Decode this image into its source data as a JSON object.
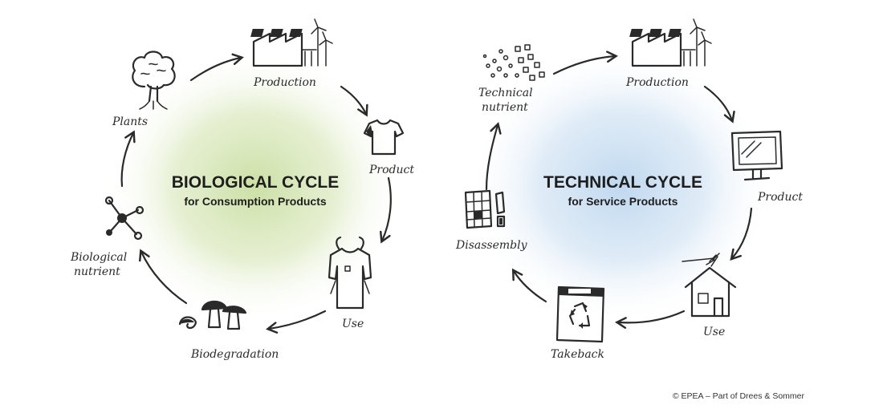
{
  "biological": {
    "title": "BIOLOGICAL CYCLE",
    "subtitle": "for Consumption Products",
    "glow_color": "#c9dea0",
    "labels": {
      "production": "Production",
      "product": "Product",
      "use": "Use",
      "biodegradation": "Biodegradation",
      "biological_nutrient_line1": "Biological",
      "biological_nutrient_line2": "nutrient",
      "plants": "Plants"
    }
  },
  "technical": {
    "title": "TECHNICAL CYCLE",
    "subtitle": "for Service Products",
    "glow_color": "#bcd6ee",
    "labels": {
      "production": "Production",
      "product": "Product",
      "use": "Use",
      "takeback": "Takeback",
      "disassembly": "Disassembly",
      "technical_nutrient_line1": "Technical",
      "technical_nutrient_line2": "nutrient"
    }
  },
  "icons": [
    "factory-icon",
    "tshirt-icon",
    "person-tshirt-icon",
    "mushrooms-icon",
    "molecule-icon",
    "tree-icon",
    "monitor-icon",
    "house-icon",
    "recycle-bin-icon",
    "disassembled-parts-icon",
    "scattered-particles-icon"
  ],
  "copyright": "© EPEA – Part of Drees & Sommer"
}
